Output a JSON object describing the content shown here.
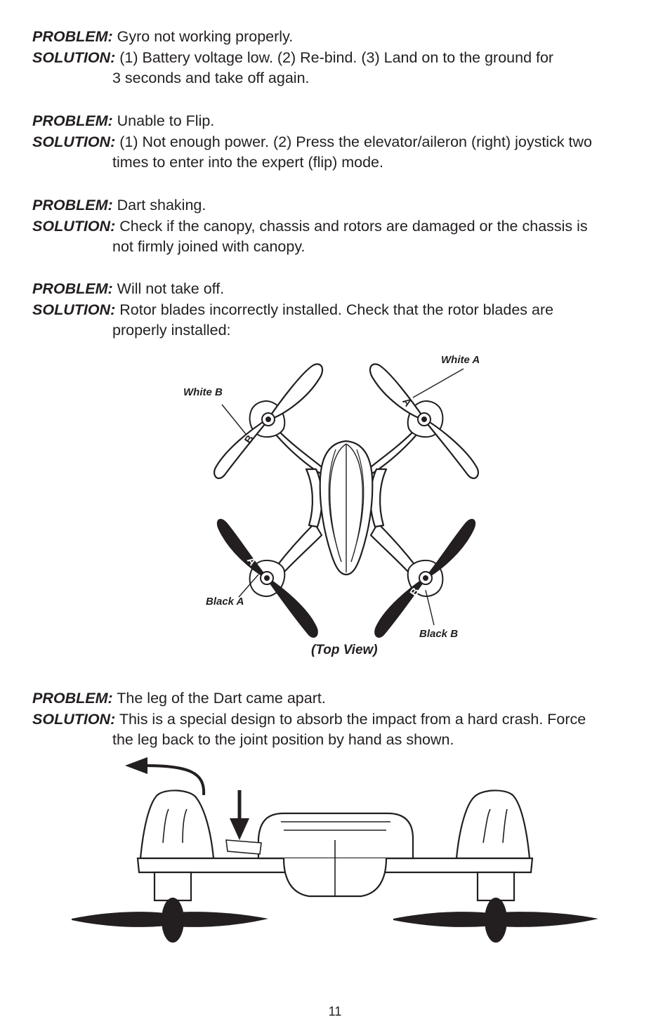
{
  "sections": [
    {
      "problem_label": "PROBLEM:",
      "problem_text": "Gyro not working properly.",
      "solution_label": "SOLUTION:",
      "solution_lines": [
        "(1) Battery voltage low. (2) Re-bind. (3) Land on to the ground for",
        "3 seconds and take off again."
      ]
    },
    {
      "problem_label": "PROBLEM:",
      "problem_text": "Unable to Flip.",
      "solution_label": "SOLUTION:",
      "solution_lines": [
        "(1) Not enough power. (2) Press the elevator/aileron (right) joystick two",
        "times to enter into the expert (flip) mode."
      ]
    },
    {
      "problem_label": "PROBLEM:",
      "problem_text": "Dart shaking.",
      "solution_label": "SOLUTION:",
      "solution_lines": [
        "Check if the canopy, chassis and rotors are damaged or the chassis is",
        "not firmly joined with canopy."
      ]
    },
    {
      "problem_label": "PROBLEM:",
      "problem_text": "Will not take off.",
      "solution_label": "SOLUTION:",
      "solution_lines": [
        "Rotor blades incorrectly installed. Check that the rotor blades are",
        "properly installed:"
      ]
    },
    {
      "problem_label": "PROBLEM:",
      "problem_text": "The leg of the Dart came apart.",
      "solution_label": "SOLUTION:",
      "solution_lines": [
        "This is a special design to absorb the impact from a hard crash. Force",
        "the leg back to the joint position by hand as shown."
      ]
    }
  ],
  "top_view_figure": {
    "labels": {
      "white_a": "White A",
      "white_b": "White B",
      "black_a": "Black A",
      "black_b": "Black B"
    },
    "blade_marks": {
      "a": "A",
      "b": "B"
    },
    "caption": "(Top View)",
    "colors": {
      "white_blade": "#ffffff",
      "black_blade": "#231f20",
      "outline": "#231f20"
    }
  },
  "side_view_figure": {
    "icons": [
      "curved-arrow-icon",
      "down-arrow-icon"
    ]
  },
  "page_number": "11"
}
